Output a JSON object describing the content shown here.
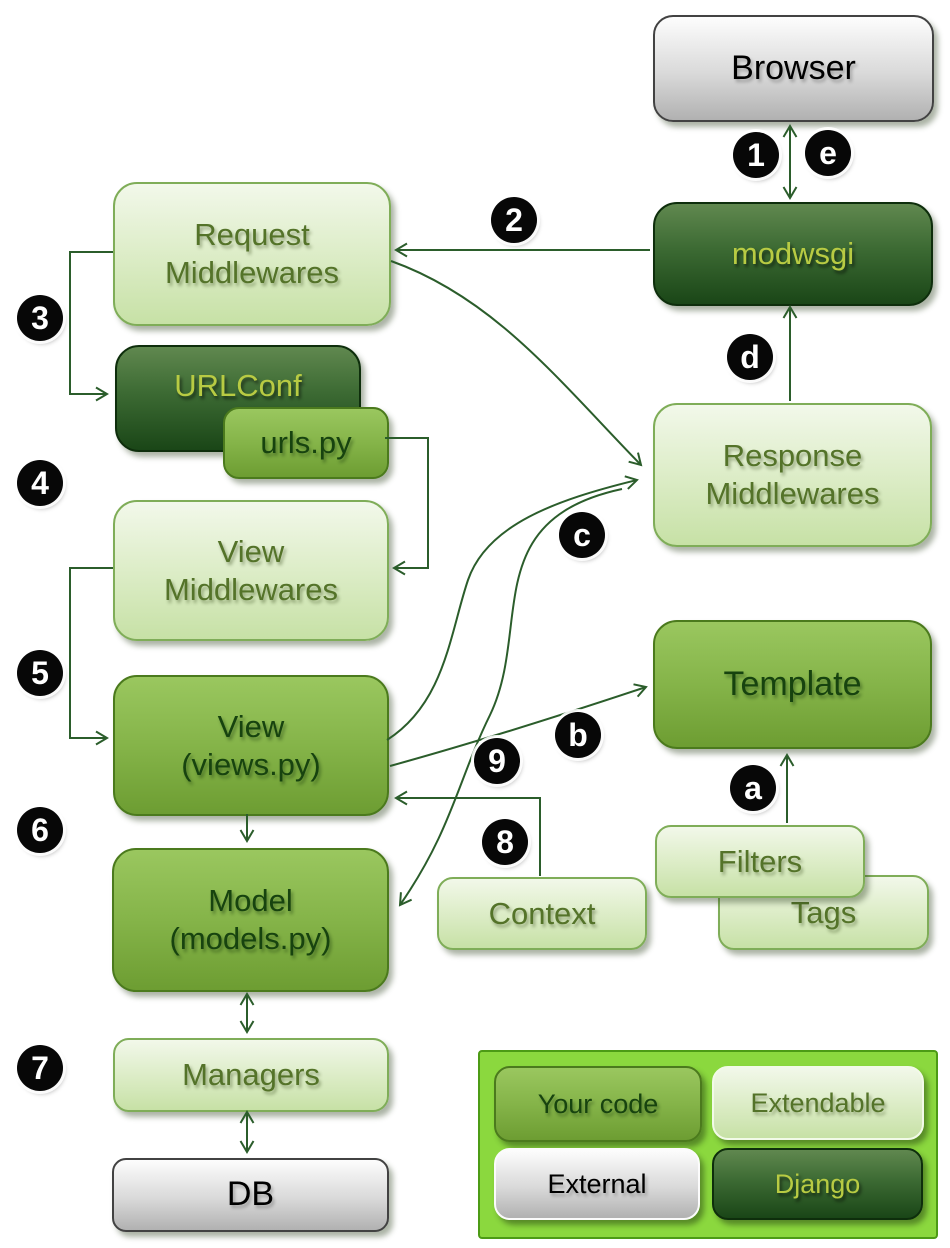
{
  "nodes": {
    "browser": {
      "label": "Browser",
      "kind": "external"
    },
    "modwsgi": {
      "label": "modwsgi",
      "kind": "django"
    },
    "request_middlewares": {
      "label": "Request\nMiddlewares",
      "kind": "extendable"
    },
    "urlconf": {
      "label": "URLConf",
      "kind": "django"
    },
    "urls_py": {
      "label": "urls.py",
      "kind": "your-code"
    },
    "view_middlewares": {
      "label": "View\nMiddlewares",
      "kind": "extendable"
    },
    "view": {
      "label": "View\n(views.py)",
      "kind": "your-code"
    },
    "model": {
      "label": "Model\n(models.py)",
      "kind": "your-code"
    },
    "managers": {
      "label": "Managers",
      "kind": "extendable"
    },
    "db": {
      "label": "DB",
      "kind": "external"
    },
    "response_middlewares": {
      "label": "Response\nMiddlewares",
      "kind": "extendable"
    },
    "template": {
      "label": "Template",
      "kind": "your-code"
    },
    "filters": {
      "label": "Filters",
      "kind": "extendable"
    },
    "tags": {
      "label": "Tags",
      "kind": "extendable"
    },
    "context": {
      "label": "Context",
      "kind": "extendable"
    }
  },
  "edges": [
    {
      "badge": "1",
      "from": "Browser",
      "to": "modwsgi",
      "bidirectional_with": "e"
    },
    {
      "badge": "e",
      "from": "modwsgi",
      "to": "Browser",
      "bidirectional_with": "1"
    },
    {
      "badge": "2",
      "from": "modwsgi",
      "to": "Request Middlewares"
    },
    {
      "badge": "3",
      "from": "Request Middlewares",
      "to": "URLConf"
    },
    {
      "badge": "4",
      "from": "urls.py",
      "to": "View Middlewares"
    },
    {
      "badge": "5",
      "from": "View Middlewares",
      "to": "View (views.py)"
    },
    {
      "badge": "6",
      "from": "View (views.py)",
      "to": "Model (models.py)"
    },
    {
      "badge": "7",
      "from": "Model (models.py)",
      "to": "DB",
      "note": "bidirectional via Managers"
    },
    {
      "badge": "8",
      "from": "Context",
      "to": "Model (models.py)"
    },
    {
      "badge": "9",
      "from": "Context",
      "to": "View (views.py)"
    },
    {
      "badge": "a",
      "from": "Filters / Tags",
      "to": "Template"
    },
    {
      "badge": "b",
      "from": "View (views.py)",
      "to": "Template"
    },
    {
      "badge": "c",
      "from": "View (views.py)",
      "to": "Response Middlewares"
    },
    {
      "badge": "d",
      "from": "Response Middlewares",
      "to": "modwsgi"
    },
    {
      "badge": "",
      "from": "Request Middlewares",
      "to": "Response Middlewares"
    }
  ],
  "legend": {
    "items": [
      {
        "label": "Your code",
        "kind": "your-code"
      },
      {
        "label": "Extendable",
        "kind": "extendable"
      },
      {
        "label": "External",
        "kind": "external"
      },
      {
        "label": "Django",
        "kind": "django"
      }
    ]
  },
  "colors": {
    "arrow": "#2b5d2b",
    "badge_background": "#070707",
    "badge_text": "#ffffff",
    "legend_background": "#8bd83e",
    "your_code_fill": "#85b449",
    "extendable_fill": "#dfeecb",
    "django_fill": "#3c6a33",
    "external_fill": "#d9d9d9"
  }
}
